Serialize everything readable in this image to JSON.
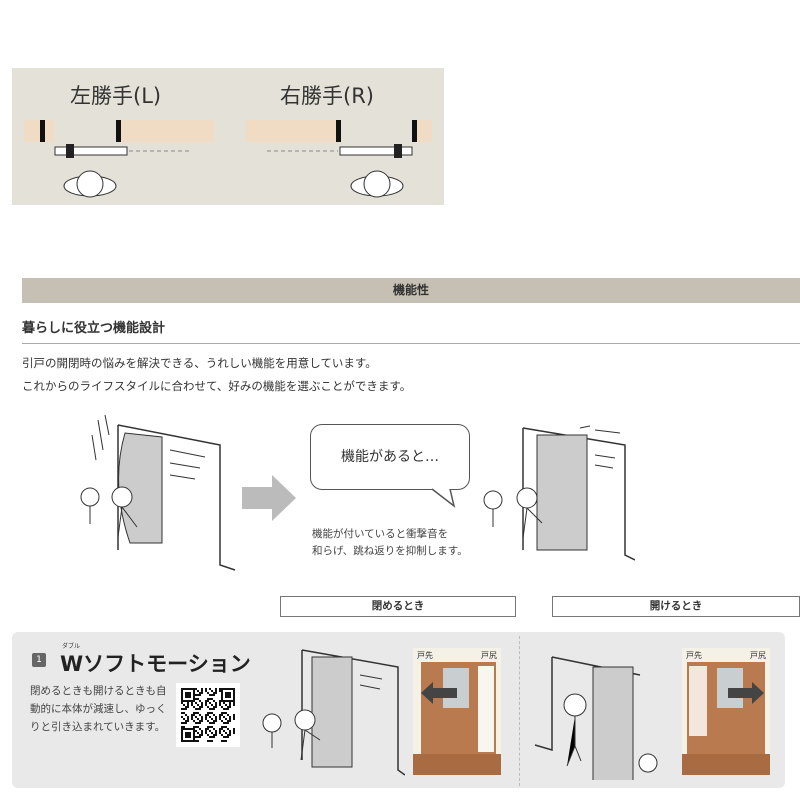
{
  "handedness": {
    "left_label": "左勝手(L)",
    "right_label": "右勝手(R)"
  },
  "section_header": "機能性",
  "subtitle": "暮らしに役立つ機能設計",
  "intro": [
    "引戸の開閉時の悩みを解決できる、うれしい機能を用意しています。",
    "これからのライフスタイルに合わせて、好みの機能を選ぶことができます。"
  ],
  "bubble": "機能があると…",
  "caption": [
    "機能が付いていると衝撃音を",
    "和らげ、跳ね返りを抑制します。"
  ],
  "labels": {
    "closing": "閉めるとき",
    "opening": "開けるとき"
  },
  "feature": {
    "number": "1",
    "ruby": "ダブル",
    "title": "Wソフトモーション",
    "description": [
      "閉めるときも開けるときも自",
      "動的に本体が減速し、ゆっく",
      "りと引き込まれていきます。"
    ]
  },
  "photo": {
    "door_tip": "戸先",
    "door_tail": "戸尻"
  },
  "colors": {
    "header": "#c6bfb3",
    "panel": "#e9e9e9",
    "wood": "#b87a4e",
    "wall": "#f0dcc4"
  }
}
